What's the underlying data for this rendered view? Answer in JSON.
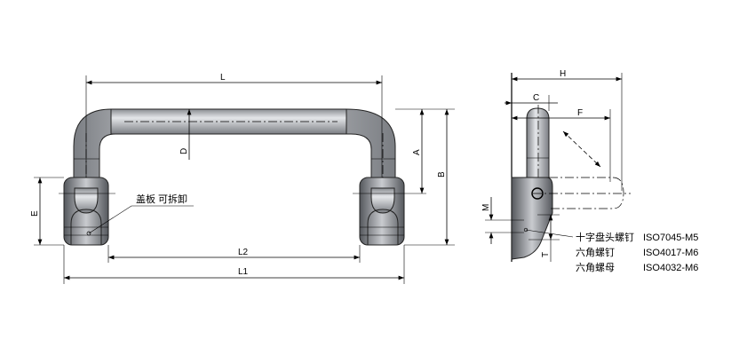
{
  "front_view": {
    "dimensions": {
      "L": "L",
      "L1": "L1",
      "L2": "L2",
      "A": "A",
      "B": "B",
      "D": "D",
      "E": "E"
    },
    "callout": "盖板 可拆卸"
  },
  "side_view": {
    "dimensions": {
      "H": "H",
      "C": "C",
      "F": "F",
      "M": "M",
      "T": "T"
    }
  },
  "parts_list": [
    {
      "name": "十字盘头螺钉",
      "standard": "ISO7045-M5"
    },
    {
      "name": "六角螺钉",
      "standard": "ISO4017-M6"
    },
    {
      "name": "六角螺母",
      "standard": "ISO4032-M6"
    }
  ]
}
